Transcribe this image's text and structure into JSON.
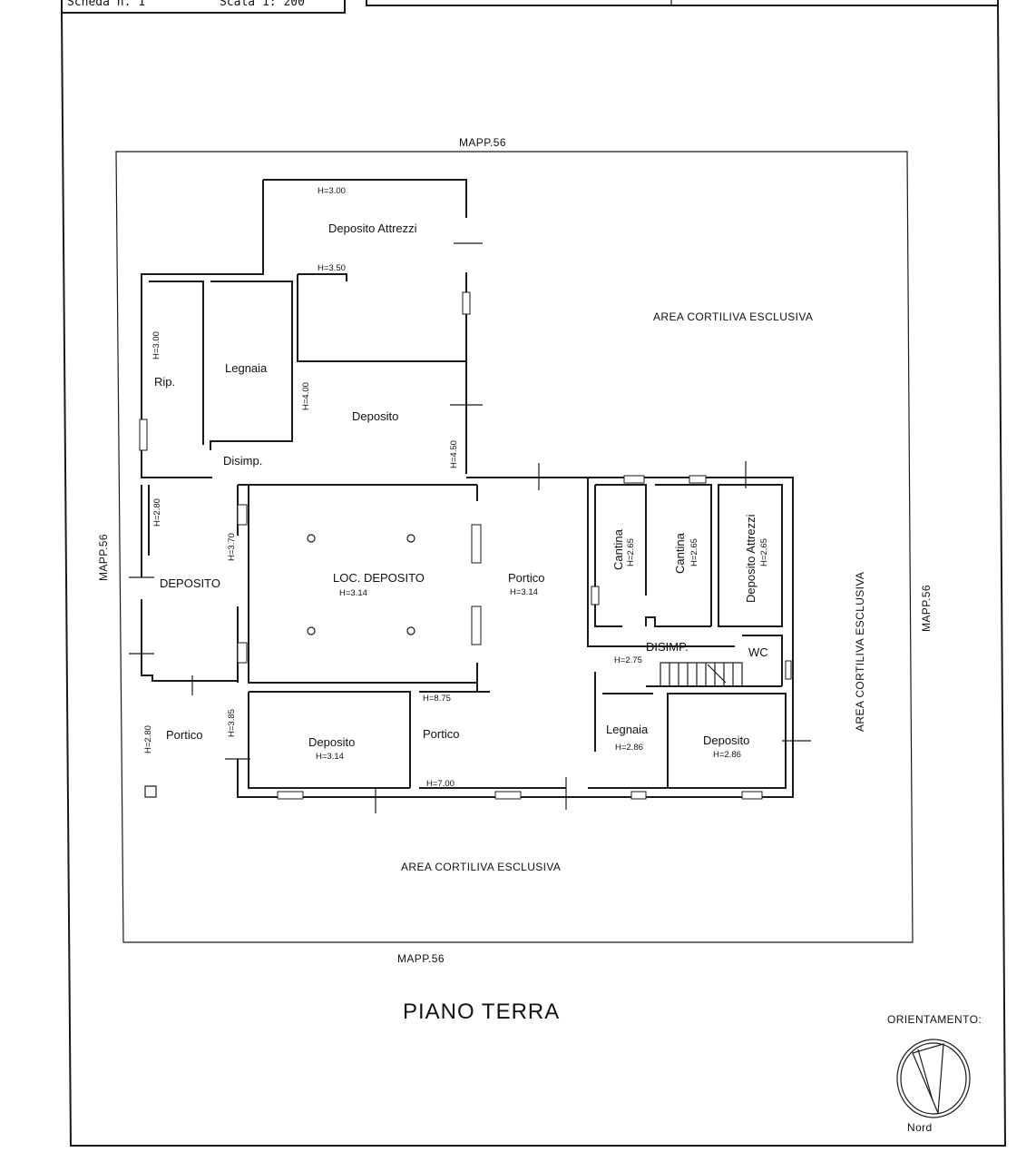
{
  "header": {
    "scheda": "Scheda n. 1",
    "scala": "Scala 1: 200"
  },
  "boundary_labels": {
    "top": "MAPP.56",
    "bottom": "MAPP.56",
    "left": "MAPP.56",
    "right": "MAPP.56"
  },
  "areas": {
    "north": "AREA CORTILIVA ESCLUSIVA",
    "south": "AREA CORTILIVA ESCLUSIVA",
    "east": "AREA CORTILIVA ESCLUSIVA"
  },
  "rooms": {
    "deposito_attrezzi_top": {
      "name": "Deposito Attrezzi",
      "h": "H=3.00"
    },
    "h_350": "H=3.50",
    "rip": {
      "name": "Rip.",
      "h": "H=3.00"
    },
    "legnaia_top": {
      "name": "Legnaia"
    },
    "deposito_top": {
      "name": "Deposito",
      "h": "H=4.00"
    },
    "h_450": "H=4.50",
    "disimp_top": {
      "name": "Disimp."
    },
    "deposito_left": {
      "name": "DEPOSITO",
      "h": "H=2.80"
    },
    "h_370": "H=3.70",
    "loc_deposito": {
      "name": "LOC. DEPOSITO",
      "h": "H=3.14"
    },
    "portico_center": {
      "name": "Portico",
      "h": "H=3.14"
    },
    "cantina_1": {
      "name": "Cantina",
      "h": "H=2.65"
    },
    "cantina_2": {
      "name": "Cantina",
      "h": "H=2.65"
    },
    "deposito_attrezzi_right": {
      "name": "Deposito Attrezzi",
      "h": "H=2.65"
    },
    "disimp_right": {
      "name": "DISIMP.",
      "h": "H=2.75"
    },
    "wc": {
      "name": "WC"
    },
    "portico_left": {
      "name": "Portico",
      "h": "H=2.80"
    },
    "h_385": "H=3.85",
    "deposito_bottom": {
      "name": "Deposito",
      "h": "H=3.14"
    },
    "portico_bottom": {
      "name": "Portico",
      "h1": "H=8.75",
      "h2": "H=7.00"
    },
    "legnaia_bottom": {
      "name": "Legnaia",
      "h": "H=2.86"
    },
    "deposito_bottom_right": {
      "name": "Deposito",
      "h": "H=2.86"
    }
  },
  "title": "PIANO  TERRA",
  "orientation": {
    "label": "ORIENTAMENTO:",
    "north": "Nord"
  }
}
